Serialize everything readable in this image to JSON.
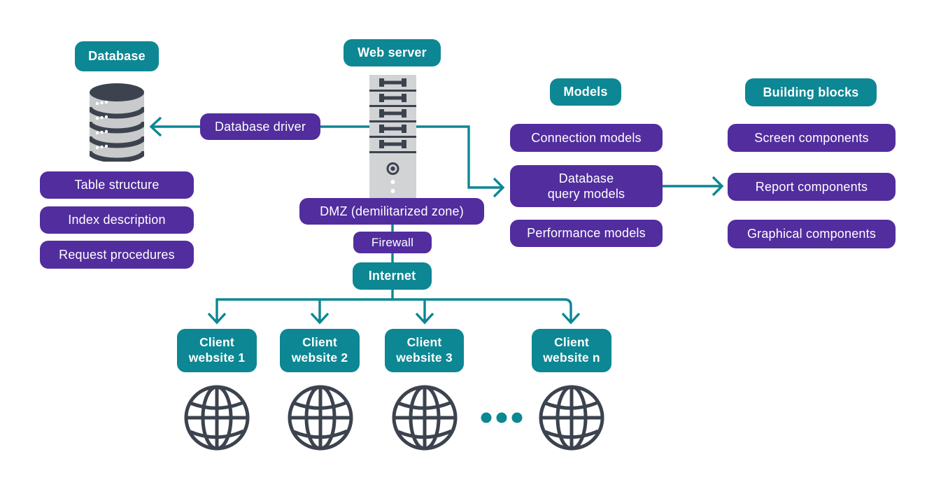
{
  "colors": {
    "teal": "#0c8793",
    "purple": "#522d9e",
    "icon_dark": "#3c434f",
    "server_gray": "#d2d3d5",
    "database_gray": "#c9cacc",
    "text": "#ffffff",
    "background": "#ffffff"
  },
  "sections": {
    "database": {
      "label": "Database",
      "items": [
        "Table structure",
        "Index description",
        "Request procedures"
      ]
    },
    "web_server": {
      "label": "Web server",
      "driver": "Database driver",
      "dmz": "DMZ (demilitarized zone)",
      "firewall": "Firewall",
      "internet": "Internet"
    },
    "models": {
      "label": "Models",
      "items": [
        "Connection models",
        "Database\nquery models",
        "Performance models"
      ]
    },
    "building_blocks": {
      "label": "Building blocks",
      "items": [
        "Screen components",
        "Report components",
        "Graphical components"
      ]
    },
    "clients": {
      "items": [
        "Client\nwebsite 1",
        "Client\nwebsite 2",
        "Client\nwebsite 3",
        "Client\nwebsite n"
      ]
    }
  },
  "icons": {
    "database_icon": "database cylinder",
    "server_icon": "server tower",
    "globe_icon": "wireframe globe",
    "ellipsis_icon": "three dots"
  }
}
